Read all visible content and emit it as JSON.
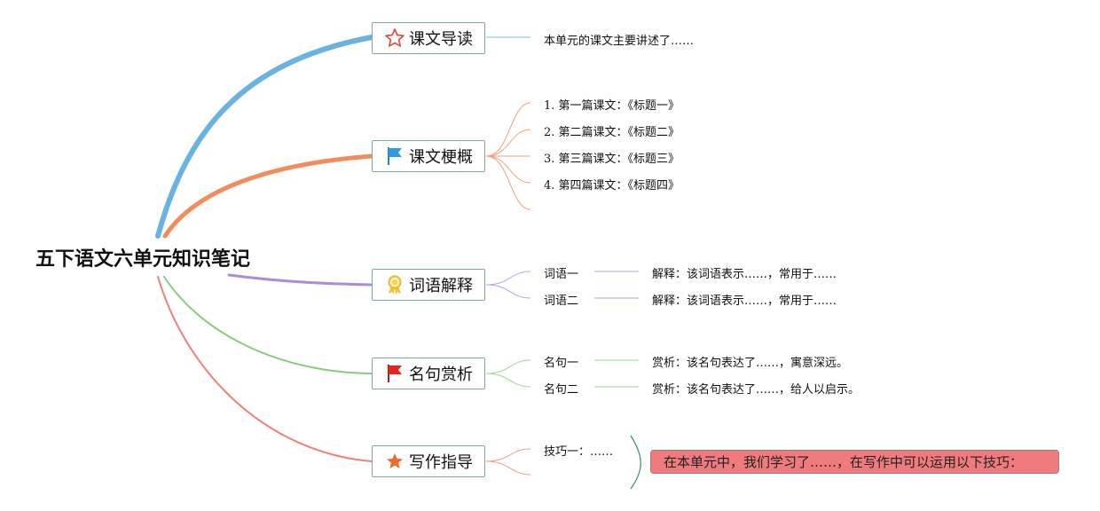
{
  "title": "五下语文六单元知识笔记",
  "colors": {
    "branch1": "#6ab3e1",
    "branch2": "#f28c5b",
    "branch3": "#a98be0",
    "branch4": "#86cd78",
    "branch5": "#ee7f7a",
    "node_border": "#7fa79c",
    "callout_bg": "#ef7b7e"
  },
  "branches": [
    {
      "label": "课文导读",
      "icon": "star-outline-icon",
      "leaves": [
        "本单元的课文主要讲述了……"
      ]
    },
    {
      "label": "课文梗概",
      "icon": "blue-flag-icon",
      "leaves": [
        "1. 第一篇课文：《标题一》",
        "2. 第二篇课文：《标题二》",
        "3. 第三篇课文：《标题三》",
        "4. 第四篇课文：《标题四》"
      ]
    },
    {
      "label": "词语解释",
      "icon": "ribbon-medal-icon",
      "terms": [
        {
          "term": "词语一",
          "desc": "解释：该词语表示……，常用于……"
        },
        {
          "term": "词语二",
          "desc": "解释：该词语表示……，常用于……"
        }
      ]
    },
    {
      "label": "名句赏析",
      "icon": "red-flag-icon",
      "terms": [
        {
          "term": "名句一",
          "desc": "赏析：该名句表达了……，寓意深远。"
        },
        {
          "term": "名句二",
          "desc": "赏析：该名句表达了……，给人以启示。"
        }
      ]
    },
    {
      "label": "写作指导",
      "icon": "orange-star-icon",
      "leaves": [
        "技巧一：……"
      ],
      "summary": "在本单元中，我们学习了……，在写作中可以运用以下技巧："
    }
  ]
}
